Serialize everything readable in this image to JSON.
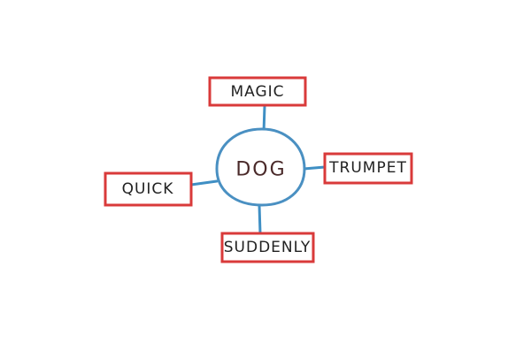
{
  "diagram": {
    "hub": {
      "label": "DOG"
    },
    "nodes": [
      {
        "id": "magic",
        "label": "MAGIC"
      },
      {
        "id": "trumpet",
        "label": "TRUMPET"
      },
      {
        "id": "quick",
        "label": "QUICK"
      },
      {
        "id": "suddenly",
        "label": "SUDDENLY"
      }
    ]
  },
  "colors": {
    "box_border": "#d93a3a",
    "hub_outline": "#4a90c2",
    "connector": "#3f8fc4"
  }
}
